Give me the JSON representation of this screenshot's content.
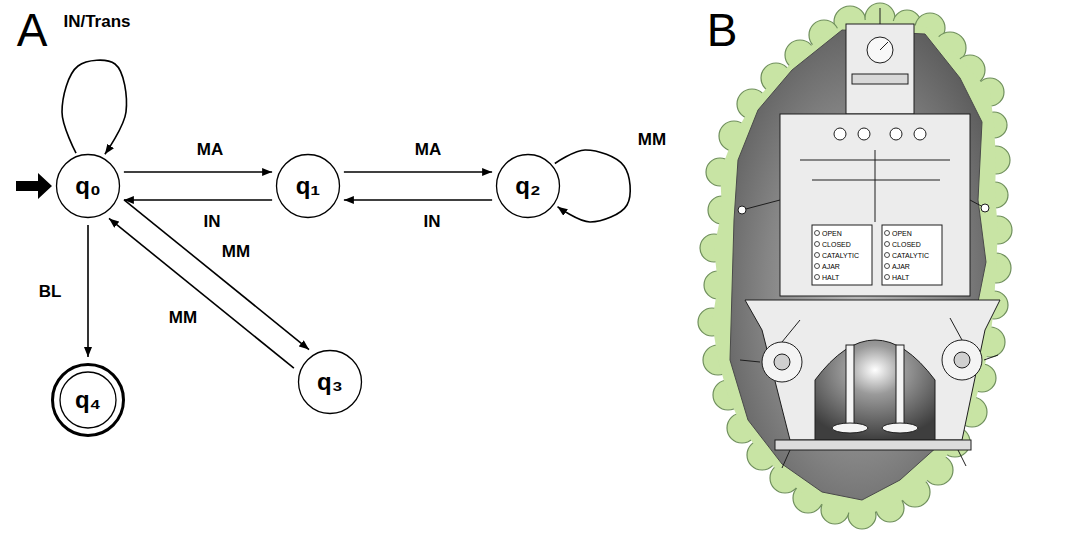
{
  "diagram": {
    "nodes": [
      {
        "text": [
          "q₀"
        ]
      },
      {
        "text": [
          "q₁"
        ]
      },
      {
        "text": [
          "q₂"
        ]
      },
      {
        "text": [
          "q₃"
        ]
      },
      {
        "text": [
          "q₄"
        ]
      }
    ],
    "edges": [
      {
        "from": 0,
        "to": 0,
        "label": "IN/Trans",
        "arrow": "to"
      },
      {
        "from": 0,
        "to": 1,
        "label": "MA",
        "arrow": "to"
      },
      {
        "from": 1,
        "to": 0,
        "label": "IN",
        "arrow": "to"
      },
      {
        "from": 1,
        "to": 2,
        "label": "MA",
        "arrow": "to"
      },
      {
        "from": 2,
        "to": 1,
        "label": "IN",
        "arrow": "to"
      },
      {
        "from": 2,
        "to": 2,
        "label": "MM",
        "arrow": "to"
      },
      {
        "from": 0,
        "to": 4,
        "label": "BL",
        "arrow": "to"
      },
      {
        "from": 0,
        "to": 3,
        "label": "MM",
        "arrow": "to"
      },
      {
        "from": 3,
        "to": 0,
        "label": "MM",
        "arrow": "to"
      }
    ],
    "labels": [
      "A",
      "B",
      "OPEN",
      "CLOSED",
      "CATALYTIC",
      "AJAR",
      "HALT",
      "OPEN",
      "CLOSED",
      "CATALYTIC",
      "AJAR",
      "HALT"
    ]
  }
}
